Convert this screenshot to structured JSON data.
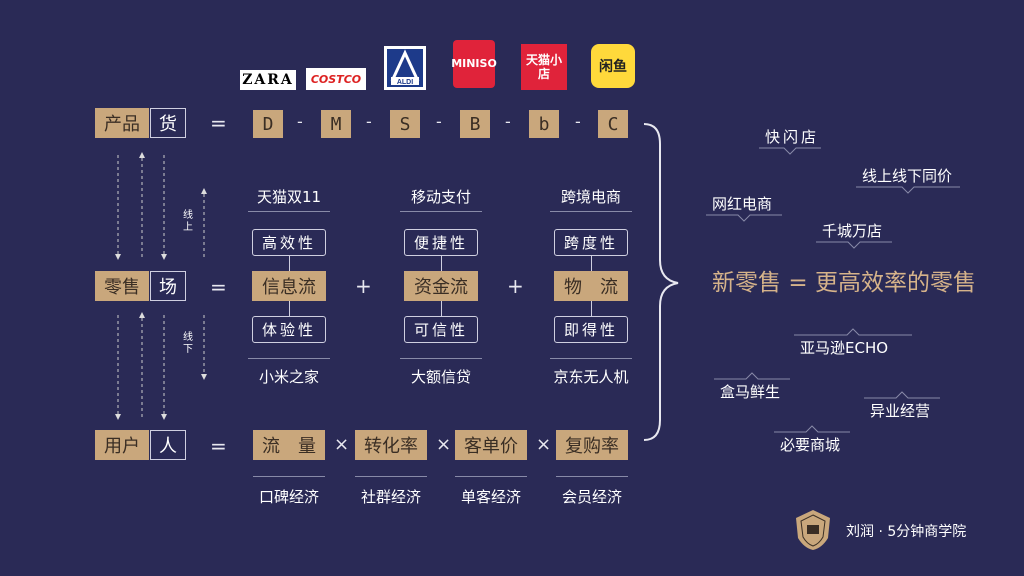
{
  "logos": [
    "ZARA",
    "COSTCO",
    "ALDI",
    "MINISO",
    "天猫小店",
    "闲鱼"
  ],
  "rows": {
    "product": {
      "left": "产品",
      "right": "货",
      "eq": "="
    },
    "retail": {
      "left": "零售",
      "right": "场",
      "eq": "="
    },
    "user": {
      "left": "用户",
      "right": "人",
      "eq": "="
    }
  },
  "chain": [
    "D",
    "M",
    "S",
    "B",
    "b",
    "C"
  ],
  "chain_sep": "-",
  "online_label": "线上",
  "offline_label": "线下",
  "flows": [
    {
      "top": "天猫双11",
      "upper": "高效性",
      "name": "信息流",
      "lower": "体验性",
      "bottom": "小米之家"
    },
    {
      "top": "移动支付",
      "upper": "便捷性",
      "name": "资金流",
      "lower": "可信性",
      "bottom": "大额信贷"
    },
    {
      "top": "跨境电商",
      "upper": "跨度性",
      "name": "物　流",
      "lower": "即得性",
      "bottom": "京东无人机"
    }
  ],
  "plus": "+",
  "metrics": [
    {
      "name": "流　量",
      "bottom": "口碑经济"
    },
    {
      "name": "转化率",
      "bottom": "社群经济"
    },
    {
      "name": "客单价",
      "bottom": "单客经济"
    },
    {
      "name": "复购率",
      "bottom": "会员经济"
    }
  ],
  "times": "×",
  "headline": "新零售 = 更高效率的零售",
  "cases": [
    "快闪店",
    "线上线下同价",
    "网红电商",
    "千城万店",
    "亚马逊ECHO",
    "盒马鲜生",
    "异业经营",
    "必要商城"
  ],
  "footer": "刘润 · 5分钟商学院"
}
